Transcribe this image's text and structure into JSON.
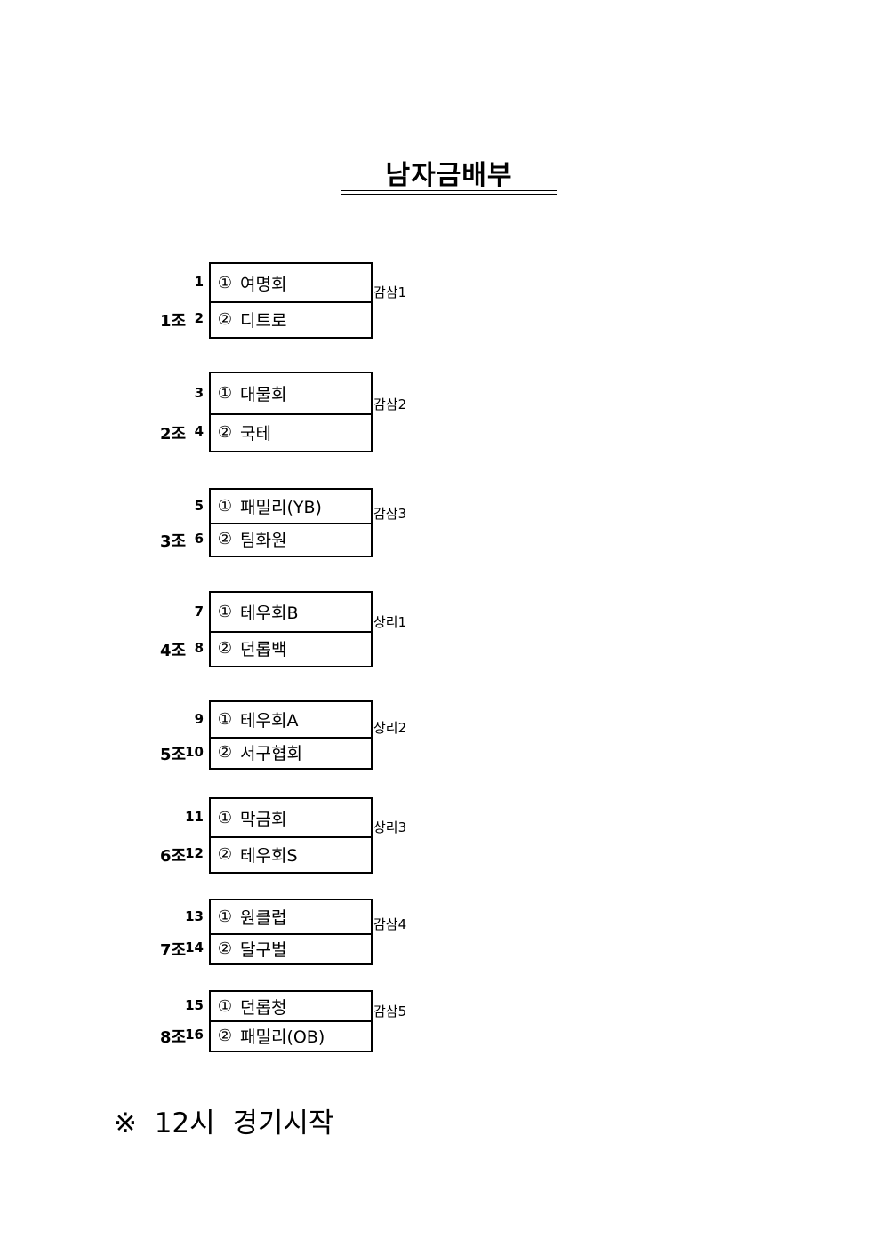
{
  "title": "남자금배부",
  "groups": [
    {
      "group": "1조",
      "court": "감삼1",
      "teams": [
        {
          "no": "1",
          "mark": "①",
          "name": "여명회"
        },
        {
          "no": "2",
          "mark": "②",
          "name": "디트로"
        }
      ]
    },
    {
      "group": "2조",
      "court": "감삼2",
      "teams": [
        {
          "no": "3",
          "mark": "①",
          "name": "대물회"
        },
        {
          "no": "4",
          "mark": "②",
          "name": "국테"
        }
      ]
    },
    {
      "group": "3조",
      "court": "감삼3",
      "teams": [
        {
          "no": "5",
          "mark": "①",
          "name": "패밀리(YB)"
        },
        {
          "no": "6",
          "mark": "②",
          "name": "팀화원"
        }
      ]
    },
    {
      "group": "4조",
      "court": "상리1",
      "teams": [
        {
          "no": "7",
          "mark": "①",
          "name": "테우회B"
        },
        {
          "no": "8",
          "mark": "②",
          "name": "던롭백"
        }
      ]
    },
    {
      "group": "5조",
      "court": "상리2",
      "teams": [
        {
          "no": "9",
          "mark": "①",
          "name": "테우회A"
        },
        {
          "no": "10",
          "mark": "②",
          "name": "서구협회"
        }
      ]
    },
    {
      "group": "6조",
      "court": "상리3",
      "teams": [
        {
          "no": "11",
          "mark": "①",
          "name": "막금회"
        },
        {
          "no": "12",
          "mark": "②",
          "name": "테우회S"
        }
      ]
    },
    {
      "group": "7조",
      "court": "감삼4",
      "teams": [
        {
          "no": "13",
          "mark": "①",
          "name": "원클럽"
        },
        {
          "no": "14",
          "mark": "②",
          "name": "달구벌"
        }
      ]
    },
    {
      "group": "8조",
      "court": "감삼5",
      "teams": [
        {
          "no": "15",
          "mark": "①",
          "name": "던롭청"
        },
        {
          "no": "16",
          "mark": "②",
          "name": "패밀리(OB)"
        }
      ]
    }
  ],
  "footer": {
    "mark": "※",
    "text": "12시  경기시작"
  }
}
